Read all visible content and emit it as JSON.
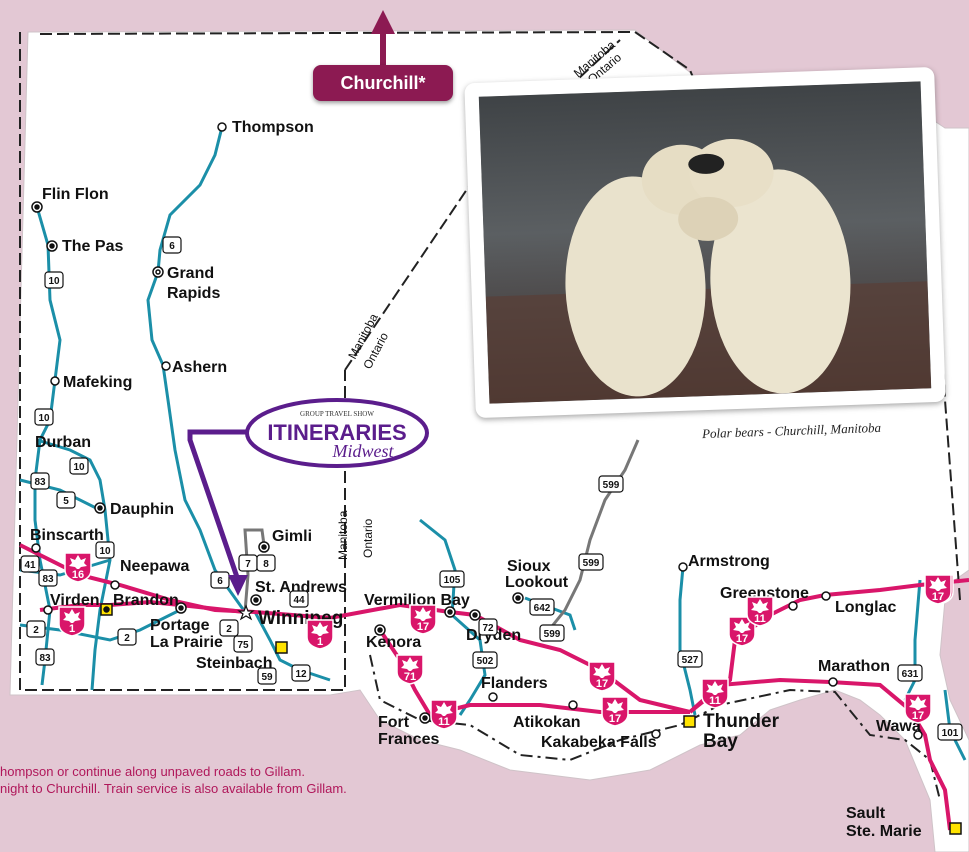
{
  "cities": {
    "thompson": "Thompson",
    "flin_flon": "Flin Flon",
    "the_pas": "The Pas",
    "grand": "Grand",
    "rapids": "Rapids",
    "ashern": "Ashern",
    "mafeking": "Mafeking",
    "durban": "Durban",
    "dauphin": "Dauphin",
    "binscarth": "Binscarth",
    "neepawa": "Neepawa",
    "gimli": "Gimli",
    "st_andrews": "St. Andrews",
    "virden": "Virden",
    "brandon": "Brandon",
    "portage": "Portage",
    "la_prairie": "La Prairie",
    "winnipeg": "Winnipeg",
    "steinbach": "Steinbach",
    "vermilion_bay": "Vermilion Bay",
    "kenora": "Kenora",
    "sioux": "Sioux",
    "lookout": "Lookout",
    "dryden": "Dryden",
    "armstrong": "Armstrong",
    "greenstone": "Greenstone",
    "longlac": "Longlac",
    "marathon": "Marathon",
    "flanders": "Flanders",
    "fort": "Fort",
    "frances": "Frances",
    "atikokan": "Atikokan",
    "kakabeka": "Kakabeka Falls",
    "thunder": "Thunder",
    "bay": "Bay",
    "wawa": "Wawa",
    "sault": "Sault",
    "ste_marie": "Ste. Marie"
  },
  "provinces": {
    "manitoba": "Manitoba",
    "ontario": "Ontario"
  },
  "highways": {
    "h6a": "6",
    "h10a": "10",
    "h10b": "10",
    "h10c": "10",
    "h10d": "10",
    "h83a": "83",
    "h83b": "83",
    "h83c": "83",
    "h5": "5",
    "h41": "41",
    "h2a": "2",
    "h2b": "2",
    "h2c": "2",
    "h6b": "6",
    "h7": "7",
    "h8": "8",
    "h44": "44",
    "h75": "75",
    "h59": "59",
    "h12": "12",
    "h105": "105",
    "h72": "72",
    "h642": "642",
    "h599a": "599",
    "h599b": "599",
    "h599c": "599",
    "h502": "502",
    "h527": "527",
    "h631": "631",
    "h101": "101"
  },
  "transcanada": {
    "t16": "16",
    "t1a": "1",
    "t1b": "1",
    "t17a": "17",
    "t71": "71",
    "t11a": "11",
    "t17b": "17",
    "t17c": "17",
    "t11b": "11",
    "t17d": "17",
    "t11c": "11",
    "t17e": "17",
    "t17f": "17",
    "t17g": "17"
  },
  "churchill": {
    "label": "Churchill*"
  },
  "photo": {
    "caption": "Polar bears - Churchill, Manitoba"
  },
  "logo": {
    "top": "GROUP TRAVEL SHOW",
    "main": "ITINERARIES",
    "sub": "Midwest"
  },
  "note": {
    "line1": "hompson or continue along unpaved roads to Gillam.",
    "line2": "night to Churchill. Train service is also available from Gillam."
  },
  "colors": {
    "background": "#e3c8d4",
    "land": "#ffffff",
    "primary_road": "#d9166a",
    "secondary_road": "#1b8fa8",
    "unpaved_road": "#777777",
    "accent": "#8c1a52",
    "logo_purple": "#5b1d8c"
  }
}
